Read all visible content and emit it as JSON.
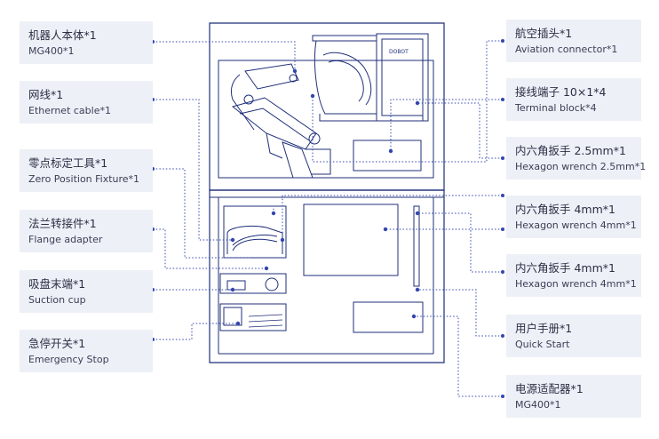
{
  "colors": {
    "line": "#1f2f7a",
    "accent": "#3346b0",
    "box_bg": "#eef0f7",
    "text": "#2b2f45"
  },
  "left_labels": [
    {
      "zh": "机器人本体*1",
      "en": "MG400*1"
    },
    {
      "zh": "网线*1",
      "en": "Ethernet cable*1"
    },
    {
      "zh": "零点标定工具*1",
      "en": "Zero Position Fixture*1"
    },
    {
      "zh": "法兰转接件*1",
      "en": "Flange adapter"
    },
    {
      "zh": "吸盘末端*1",
      "en": "Suction cup"
    },
    {
      "zh": "急停开关*1",
      "en": "Emergency Stop"
    }
  ],
  "right_labels": [
    {
      "zh": "航空插头*1",
      "en": "Aviation connector*1"
    },
    {
      "zh": "接线端子 10×1*4",
      "en": "Terminal block*4"
    },
    {
      "zh": "内六角扳手 2.5mm*1",
      "en": "Hexagon wrench 2.5mm*1"
    },
    {
      "zh": "内六角扳手 4mm*1",
      "en": "Hexagon wrench 4mm*1"
    },
    {
      "zh": "内六角扳手 4mm*1",
      "en": "Hexagon wrench 4mm*1"
    },
    {
      "zh": "用户手册*1",
      "en": "Quick Start"
    },
    {
      "zh": "电源适配器*1",
      "en": "MG400*1"
    }
  ],
  "robot_brand": "DOBOT"
}
